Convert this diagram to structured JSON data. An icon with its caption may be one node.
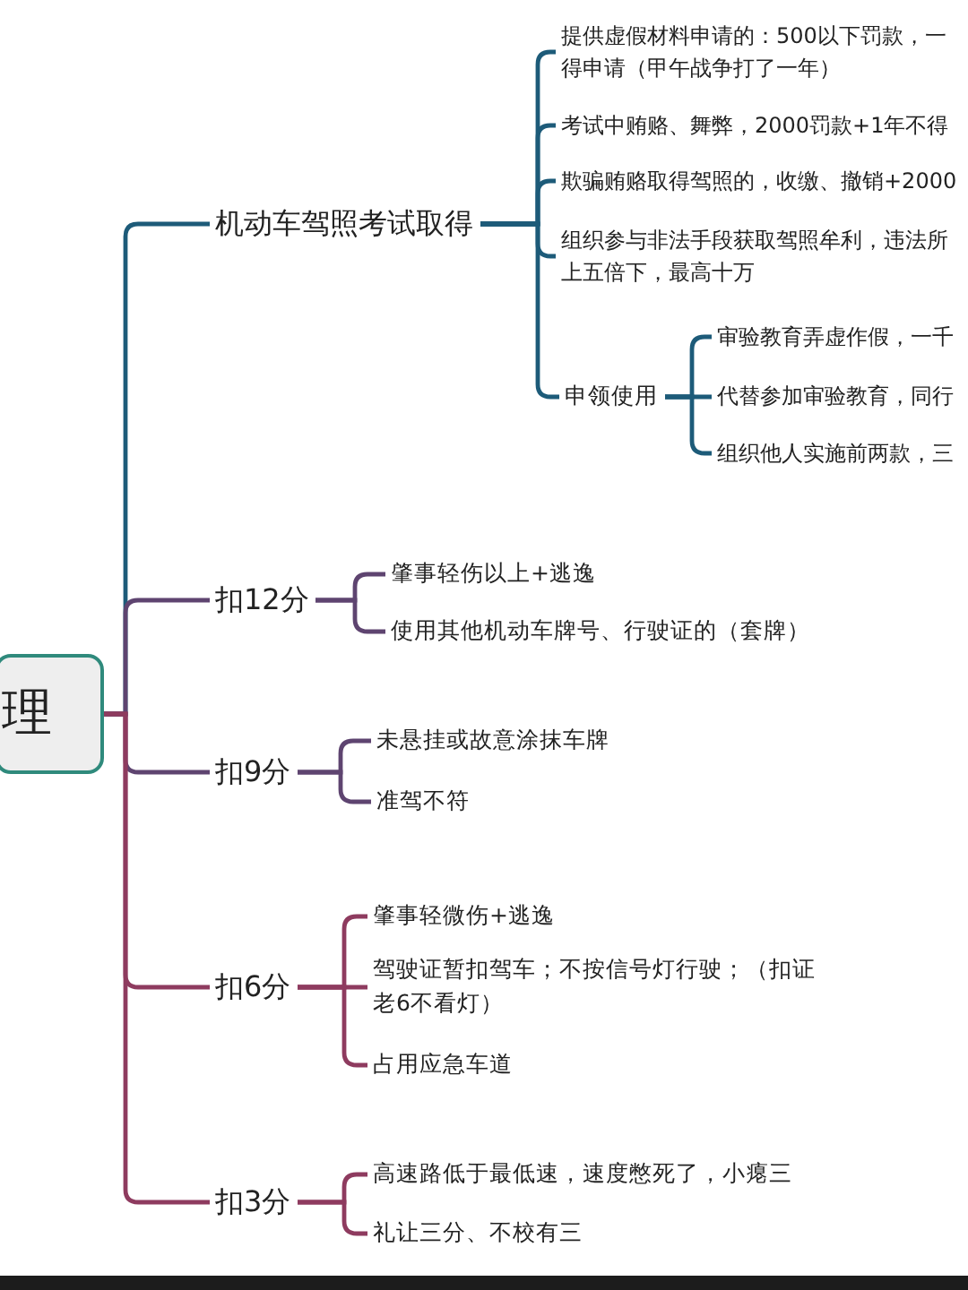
{
  "diagram": {
    "nodes": [
      {
        "text": [
          "理"
        ]
      },
      {
        "text": [
          "机动车驾照考试取得"
        ]
      },
      {
        "text": [
          "提供虚假材料申请的：500以下罚款，一得申请（甲午战争打了一年）"
        ]
      },
      {
        "text": [
          "考试中贿赂、舞弊，2000罚款+1年不得"
        ]
      },
      {
        "text": [
          "欺骗贿赂取得驾照的，收缴、撤销+2000"
        ]
      },
      {
        "text": [
          "组织参与非法手段获取驾照牟利，违法所上五倍下，最高十万"
        ]
      },
      {
        "text": [
          "申领使用"
        ]
      },
      {
        "text": [
          "审验教育弄虚作假，一千"
        ]
      },
      {
        "text": [
          "代替参加审验教育，同行"
        ]
      },
      {
        "text": [
          "组织他人实施前两款，三"
        ]
      },
      {
        "text": [
          "扣12分"
        ]
      },
      {
        "text": [
          "肇事轻伤以上+逃逸"
        ]
      },
      {
        "text": [
          "使用其他机动车牌号、行驶证的（套牌）"
        ]
      },
      {
        "text": [
          "扣9分"
        ]
      },
      {
        "text": [
          "未悬挂或故意涂抹车牌"
        ]
      },
      {
        "text": [
          "准驾不符"
        ]
      },
      {
        "text": [
          "扣6分"
        ]
      },
      {
        "text": [
          "肇事轻微伤+逃逸"
        ]
      },
      {
        "text": [
          "驾驶证暂扣驾车；不按信号灯行驶；（扣证老6不看灯）"
        ]
      },
      {
        "text": [
          "占用应急车道"
        ]
      },
      {
        "text": [
          "扣3分"
        ]
      },
      {
        "text": [
          "高速路低于最低速，速度憋死了，小瘪三"
        ]
      },
      {
        "text": [
          "礼让三分、不校有三"
        ]
      }
    ],
    "edges": [
      {
        "from": 0,
        "to": 1,
        "arrow": "none"
      },
      {
        "from": 0,
        "to": 10,
        "arrow": "none",
        "color": "#5e4470"
      },
      {
        "from": 0,
        "to": 13,
        "arrow": "none",
        "color": "#5e4470"
      },
      {
        "from": 0,
        "to": 16,
        "arrow": "none",
        "color": "#8e3b5f"
      },
      {
        "from": 0,
        "to": 20,
        "arrow": "none",
        "color": "#8e3b5f"
      },
      {
        "from": 1,
        "to": 2,
        "arrow": "none"
      },
      {
        "from": 1,
        "to": 3,
        "arrow": "none"
      },
      {
        "from": 1,
        "to": 4,
        "arrow": "none"
      },
      {
        "from": 1,
        "to": 5,
        "arrow": "none"
      },
      {
        "from": 1,
        "to": 6,
        "arrow": "none"
      },
      {
        "from": 6,
        "to": 7,
        "arrow": "none"
      },
      {
        "from": 6,
        "to": 8,
        "arrow": "none"
      },
      {
        "from": 6,
        "to": 9,
        "arrow": "none"
      },
      {
        "from": 10,
        "to": 11,
        "arrow": "none",
        "color": "#5e4470"
      },
      {
        "from": 10,
        "to": 12,
        "arrow": "none",
        "color": "#5e4470"
      },
      {
        "from": 13,
        "to": 14,
        "arrow": "none",
        "color": "#5e4470"
      },
      {
        "from": 13,
        "to": 15,
        "arrow": "none",
        "color": "#5e4470"
      },
      {
        "from": 16,
        "to": 17,
        "arrow": "none",
        "color": "#8e3b5f"
      },
      {
        "from": 16,
        "to": 18,
        "arrow": "none",
        "color": "#8e3b5f"
      },
      {
        "from": 16,
        "to": 19,
        "arrow": "none",
        "color": "#8e3b5f"
      },
      {
        "from": 20,
        "to": 21,
        "arrow": "none",
        "color": "#8e3b5f"
      },
      {
        "from": 20,
        "to": 22,
        "arrow": "none",
        "color": "#8e3b5f"
      }
    ]
  }
}
